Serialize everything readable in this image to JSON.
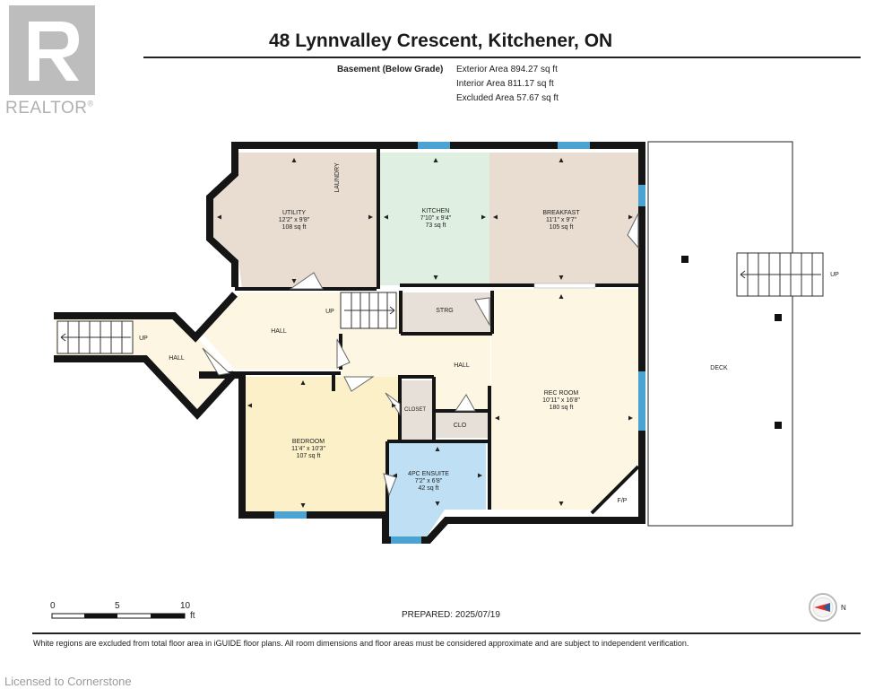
{
  "watermark": {
    "brand": "REALTOR",
    "registered": "®",
    "license_text": "Licensed to Cornerstone"
  },
  "header": {
    "title": "48 Lynnvalley Crescent, Kitchener, ON",
    "level_label": "Basement (Below Grade)",
    "exterior_area": "Exterior Area 894.27 sq ft",
    "interior_area": "Interior Area 811.17 sq ft",
    "excluded_area": "Excluded Area 57.67 sq ft"
  },
  "rooms": {
    "utility": {
      "name": "UTILITY",
      "dims": "12'2\" x 9'8\"",
      "area": "108 sq ft"
    },
    "laundry": {
      "name": "LAUNDRY"
    },
    "kitchen": {
      "name": "KITCHEN",
      "dims": "7'10\" x 9'4\"",
      "area": "73 sq ft"
    },
    "breakfast": {
      "name": "BREAKFAST",
      "dims": "11'1\" x 9'7\"",
      "area": "105 sq ft"
    },
    "hall_left": {
      "name": "HALL"
    },
    "hall_upper": {
      "name": "HALL"
    },
    "hall_center": {
      "name": "HALL"
    },
    "strg": {
      "name": "STRG"
    },
    "rec_room": {
      "name": "REC ROOM",
      "dims": "10'11\" x 16'8\"",
      "area": "180 sq ft"
    },
    "bedroom": {
      "name": "BEDROOM",
      "dims": "11'4\" x 10'3\"",
      "area": "107 sq ft"
    },
    "closet": {
      "name": "CLOSET"
    },
    "clo": {
      "name": "CLO"
    },
    "ensuite": {
      "name": "4PC ENSUITE",
      "dims": "7'2\" x 6'8\"",
      "area": "42 sq ft"
    },
    "fp": {
      "name": "F/P"
    },
    "deck": {
      "name": "DECK"
    }
  },
  "stairs": {
    "left_up": "UP",
    "center_up": "UP",
    "deck_up": "UP"
  },
  "scale": {
    "ticks": [
      "0",
      "5",
      "10"
    ],
    "unit": "ft"
  },
  "prepared": "PREPARED: 2025/07/19",
  "compass": {
    "label": "N"
  },
  "footer_note": "White regions are excluded from total floor area in iGUIDE floor plans. All room dimensions and floor areas must be considered approximate and are subject to independent verification.",
  "colors": {
    "wall": "#151515",
    "utility": "#e8ddd0",
    "kitchen": "#dff0e2",
    "breakfast": "#e8ddd0",
    "hall": "#fcf6e2",
    "bedroom": "#fcf0c8",
    "ensuite": "#bfe0f4",
    "storage": "#e6e0d8",
    "window": "#4aa3d0"
  }
}
